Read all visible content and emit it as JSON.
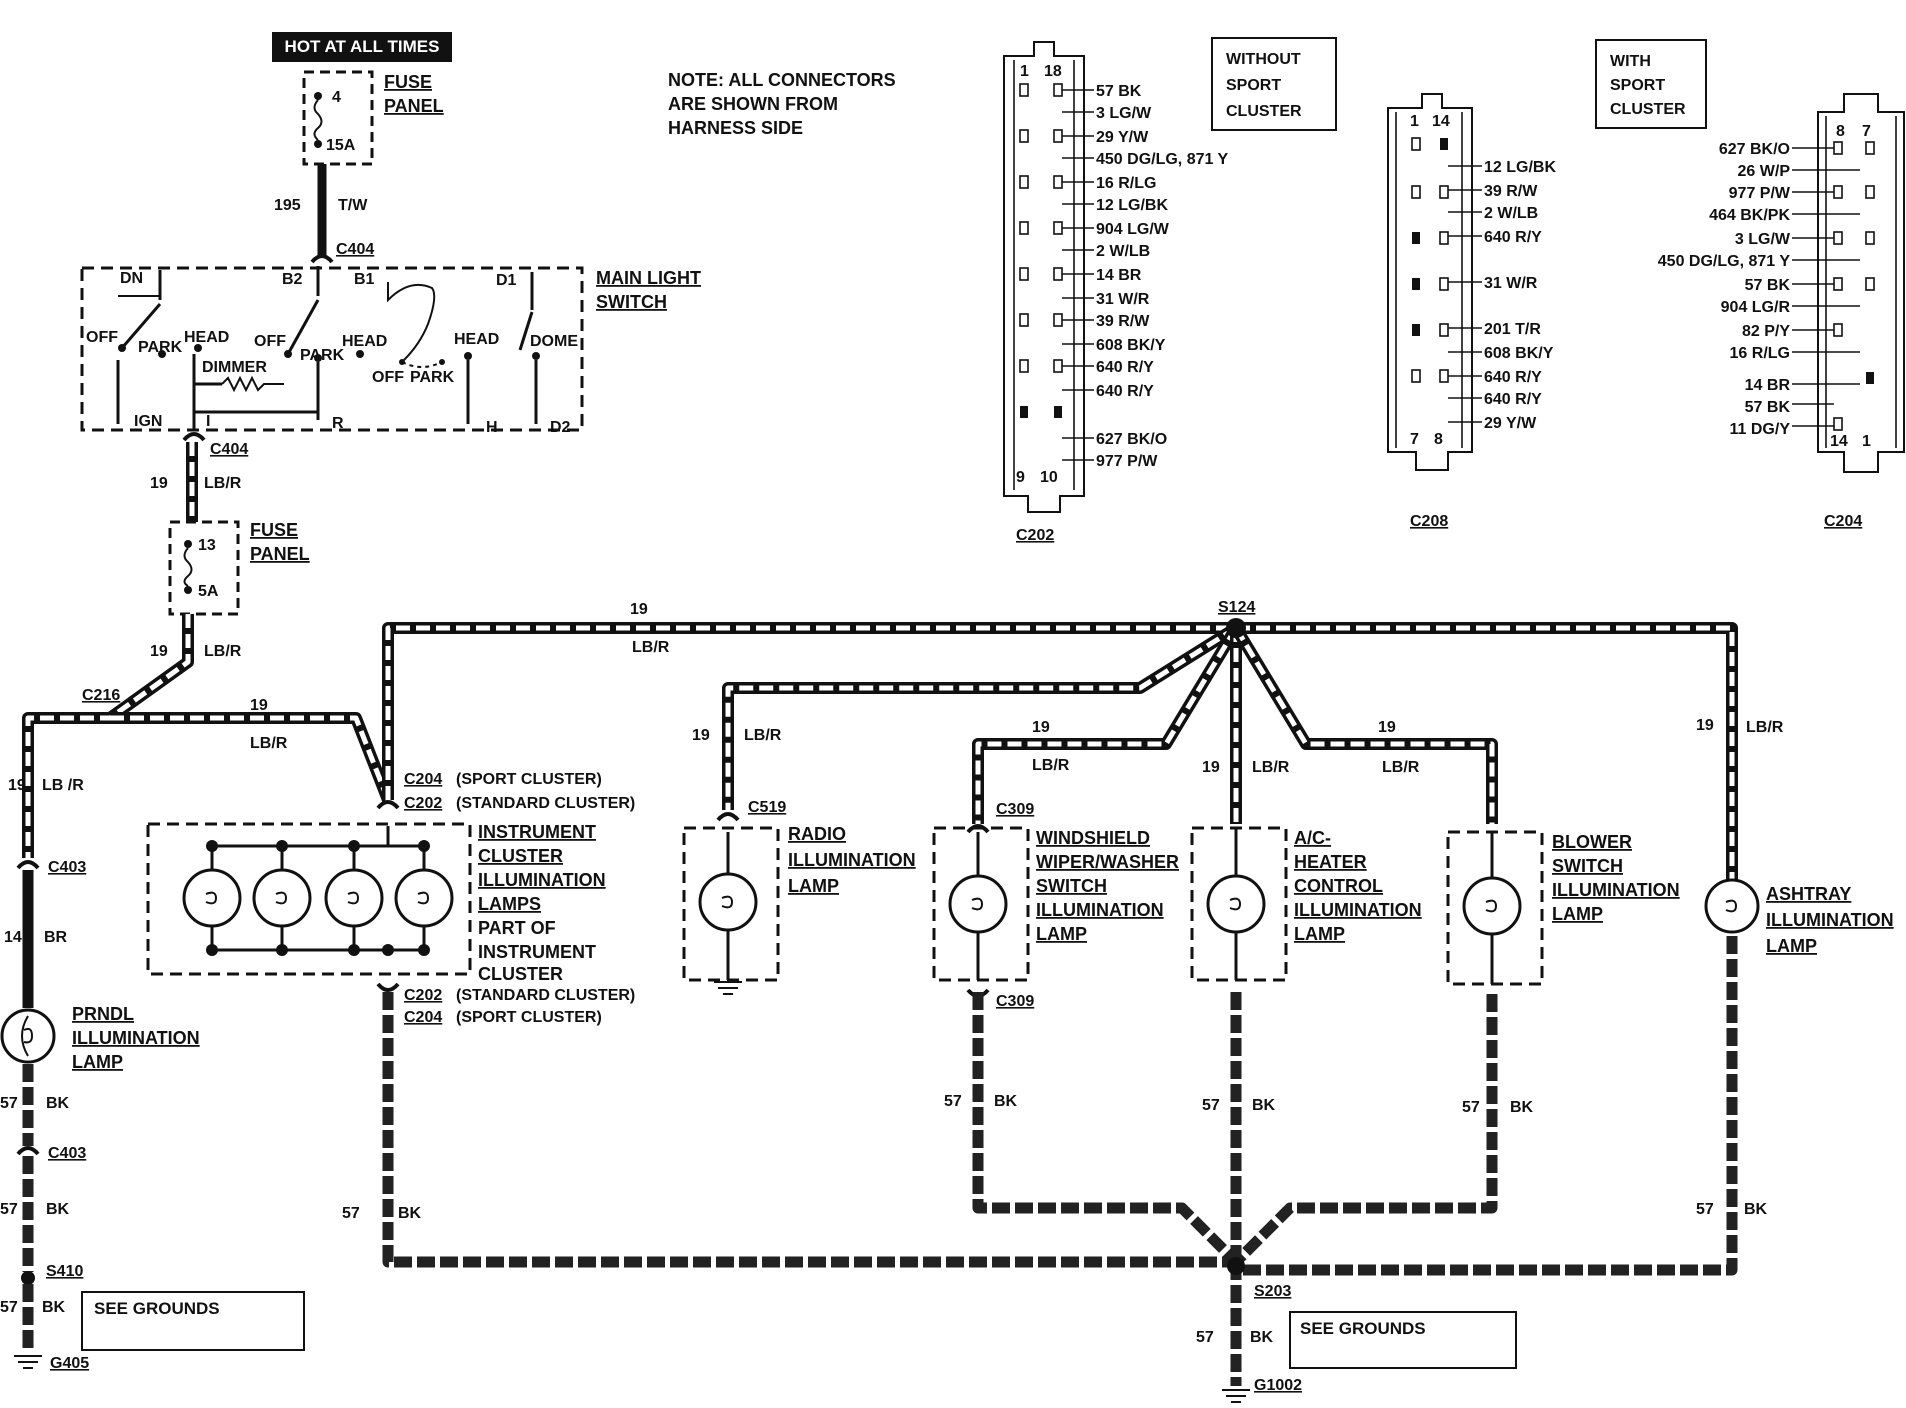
{
  "header": {
    "hot_label": "HOT AT ALL TIMES",
    "note_line1": "NOTE: ALL CONNECTORS",
    "note_line2": "ARE SHOWN FROM",
    "note_line3": "HARNESS SIDE"
  },
  "fuse_top": {
    "label1": "FUSE",
    "label2": "PANEL",
    "pin": "4",
    "rating": "15A"
  },
  "fuse_mid": {
    "label1": "FUSE",
    "label2": "PANEL",
    "pin": "13",
    "rating": "5A"
  },
  "main_switch": {
    "label1": "MAIN LIGHT",
    "label2": "SWITCH",
    "terms": {
      "dn": "DN",
      "b2": "B2",
      "b1": "B1",
      "d1": "D1",
      "ign": "IGN",
      "i": "I",
      "r": "R",
      "h": "H",
      "d2": "D2"
    },
    "pos": {
      "off": "OFF",
      "park": "PARK",
      "head": "HEAD",
      "dome": "DOME",
      "dimmer": "DIMMER"
    }
  },
  "wires": {
    "w195_num": "195",
    "w195_color": "T/W",
    "w19": "19",
    "lbr": "LB/R",
    "lbr_sp": "LB /R",
    "w14": "14",
    "br": "BR",
    "w57": "57",
    "bk": "BK"
  },
  "connectors": {
    "c404": "C404",
    "c216": "C216",
    "c403": "C403",
    "c519": "C519",
    "c309": "C309",
    "c204_sport": "C204",
    "c204_sport_txt": "(SPORT CLUSTER)",
    "c202_std": "C202",
    "c202_std_txt": "(STANDARD CLUSTER)",
    "s124": "S124",
    "s410": "S410",
    "s203": "S203",
    "g405": "G405",
    "g1002": "G1002"
  },
  "components": {
    "cluster": [
      "INSTRUMENT",
      "CLUSTER",
      "ILLUMINATION",
      "LAMPS"
    ],
    "cluster_part": [
      "PART OF",
      "INSTRUMENT",
      "CLUSTER"
    ],
    "prndl": [
      "PRNDL",
      "ILLUMINATION",
      "LAMP"
    ],
    "radio": [
      "RADIO",
      "ILLUMINATION",
      "LAMP"
    ],
    "windshield": [
      "WINDSHIELD",
      "WIPER/WASHER",
      "SWITCH",
      "ILLUMINATION",
      "LAMP"
    ],
    "ac": [
      "A/C-",
      "HEATER",
      "CONTROL",
      "ILLUMINATION",
      "LAMP"
    ],
    "blower": [
      "BLOWER",
      "SWITCH",
      "ILLUMINATION",
      "LAMP"
    ],
    "ashtray": [
      "ASHTRAY",
      "ILLUMINATION",
      "LAMP"
    ],
    "see_grounds": "SEE GROUNDS"
  },
  "pinouts": {
    "without": [
      "WITHOUT",
      "SPORT",
      "CLUSTER"
    ],
    "with": [
      "WITH",
      "SPORT",
      "CLUSTER"
    ],
    "c202": {
      "name": "C202",
      "pin_tl": "1",
      "pin_tr": "18",
      "pin_bl": "9",
      "pin_br": "10",
      "wires": [
        "57 BK",
        "3 LG/W",
        "29 Y/W",
        "450 DG/LG, 871 Y",
        "16 R/LG",
        "12 LG/BK",
        "904 LG/W",
        "2 W/LB",
        "14 BR",
        "31 W/R",
        "39 R/W",
        "608 BK/Y",
        "640 R/Y",
        "640 R/Y",
        "627 BK/O",
        "977 P/W"
      ]
    },
    "c208": {
      "name": "C208",
      "pin_tl": "1",
      "pin_tr": "14",
      "pin_bl": "7",
      "pin_br": "8",
      "wires": [
        "12 LG/BK",
        "39 R/W",
        "2 W/LB",
        "640 R/Y",
        "31 W/R",
        "201 T/R",
        "608 BK/Y",
        "640 R/Y",
        "640 R/Y",
        "29 Y/W"
      ]
    },
    "c204": {
      "name": "C204",
      "pin_tl": "8",
      "pin_tr": "7",
      "pin_bl": "14",
      "pin_br": "1",
      "wires": [
        "627 BK/O",
        "26 W/P",
        "977 P/W",
        "464 BK/PK",
        "3 LG/W",
        "450 DG/LG, 871 Y",
        "57 BK",
        "904 LG/R",
        "82 P/Y",
        "16 R/LG",
        "14 BR",
        "57 BK",
        "11 DG/Y"
      ]
    }
  }
}
